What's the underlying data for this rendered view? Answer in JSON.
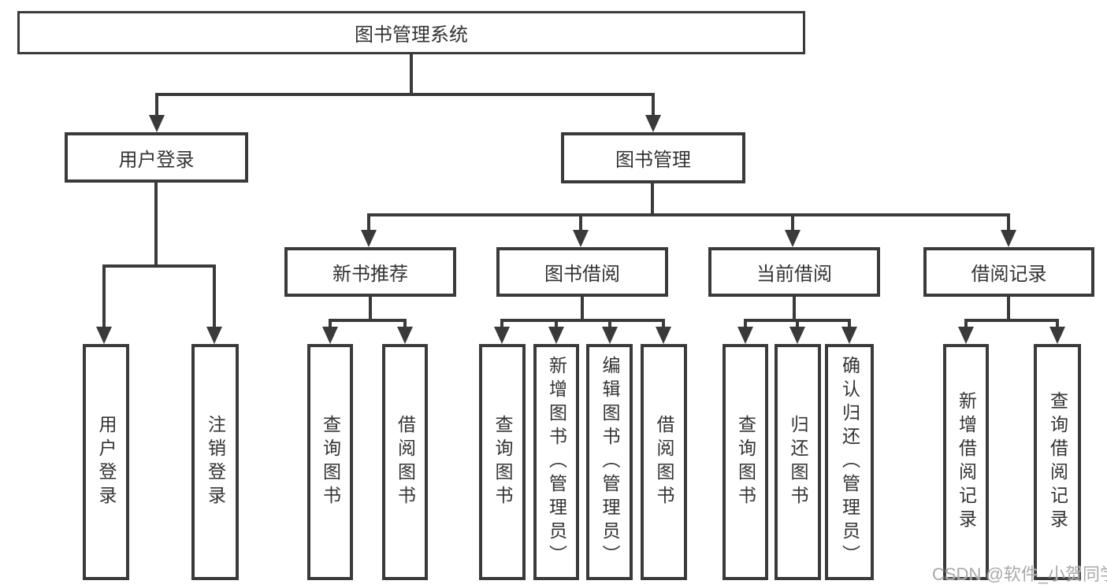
{
  "nodes": {
    "root": "图书管理系统",
    "level2": {
      "user_login": "用户登录",
      "book_management": "图书管理"
    },
    "level3": {
      "new_books": "新书推荐",
      "book_borrow": "图书借阅",
      "current_borrow": "当前借阅",
      "borrow_records": "借阅记录"
    },
    "leaves": {
      "user_login": [
        "用户登录",
        "注销登录"
      ],
      "new_books": [
        "查询图书",
        "借阅图书"
      ],
      "book_borrow": [
        "查询图书",
        "新增图书（管理员）",
        "编辑图书（管理员）",
        "借阅图书"
      ],
      "current_borrow": [
        "查询图书",
        "归还图书",
        "确认归还（管理员）"
      ],
      "borrow_records": [
        "新增借阅记录",
        "查询借阅记录"
      ]
    }
  },
  "watermark": "CSDN @软件_小贺同学",
  "colors": {
    "line": "#3a3a3a",
    "text": "#333333",
    "background": "#ffffff",
    "watermark": "#a9a9a9"
  }
}
